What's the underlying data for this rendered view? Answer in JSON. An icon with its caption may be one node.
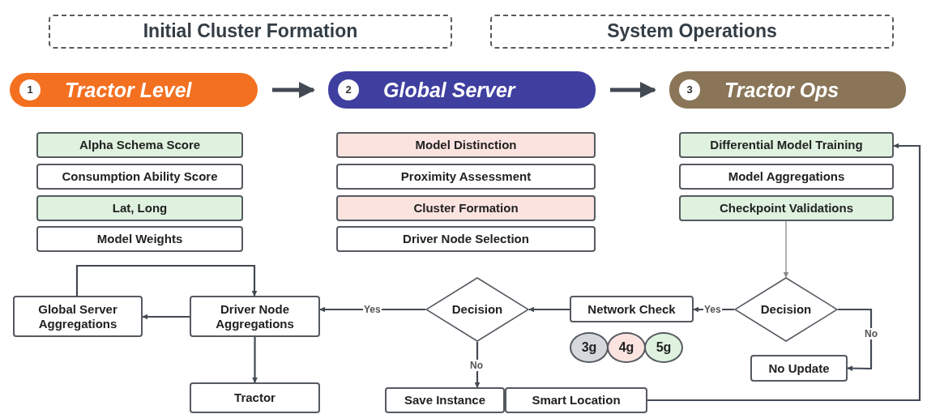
{
  "diagram": {
    "nodes": [
      {
        "text": [
          "Initial Cluster Formation"
        ]
      },
      {
        "text": [
          "System Operations"
        ]
      },
      {
        "text": [
          "1",
          "Tractor Level"
        ]
      },
      {
        "text": [
          "2",
          "Global Server"
        ]
      },
      {
        "text": [
          "3",
          "Tractor Ops"
        ]
      },
      {
        "text": [
          "Alpha Schema Score"
        ]
      },
      {
        "text": [
          "Consumption Ability Score"
        ]
      },
      {
        "text": [
          "Lat, Long"
        ]
      },
      {
        "text": [
          "Model Weights"
        ]
      },
      {
        "text": [
          "Model Distinction"
        ]
      },
      {
        "text": [
          "Proximity Assessment"
        ]
      },
      {
        "text": [
          "Cluster Formation"
        ]
      },
      {
        "text": [
          "Driver Node Selection"
        ]
      },
      {
        "text": [
          "Differential Model Training"
        ]
      },
      {
        "text": [
          "Model Aggregations"
        ]
      },
      {
        "text": [
          "Checkpoint Validations"
        ]
      },
      {
        "text": [
          "Global Server Aggregations"
        ]
      },
      {
        "text": [
          "Driver Node Aggregations"
        ]
      },
      {
        "text": [
          "Decision"
        ]
      },
      {
        "text": [
          "Network Check"
        ]
      },
      {
        "text": [
          "Decision"
        ]
      },
      {
        "text": [
          "3g"
        ]
      },
      {
        "text": [
          "4g"
        ]
      },
      {
        "text": [
          "5g"
        ]
      },
      {
        "text": [
          "No Update"
        ]
      },
      {
        "text": [
          "Tractor"
        ]
      },
      {
        "text": [
          "Save Instance"
        ]
      },
      {
        "text": [
          "Smart Location"
        ]
      }
    ],
    "edges": [
      {
        "from": 2,
        "to": 3,
        "arrow": "to",
        "style": "thick"
      },
      {
        "from": 3,
        "to": 4,
        "arrow": "to",
        "style": "thick"
      },
      {
        "from": 15,
        "to": 20,
        "arrow": "to",
        "color": "#8a8a8a"
      },
      {
        "from": 20,
        "to": 19,
        "arrow": "to",
        "label": "Yes"
      },
      {
        "from": 20,
        "to": 24,
        "arrow": "to",
        "label": "No"
      },
      {
        "from": 19,
        "to": 18,
        "arrow": "to"
      },
      {
        "from": 18,
        "to": 17,
        "arrow": "to",
        "label": "Yes"
      },
      {
        "from": 18,
        "to": 26,
        "arrow": "to",
        "label": "No"
      },
      {
        "from": 17,
        "to": 16,
        "arrow": "to"
      },
      {
        "from": 16,
        "to": 17,
        "arrow": "to"
      },
      {
        "from": 17,
        "to": 25,
        "arrow": "to"
      },
      {
        "from": 27,
        "to": 13,
        "arrow": "to"
      }
    ]
  }
}
